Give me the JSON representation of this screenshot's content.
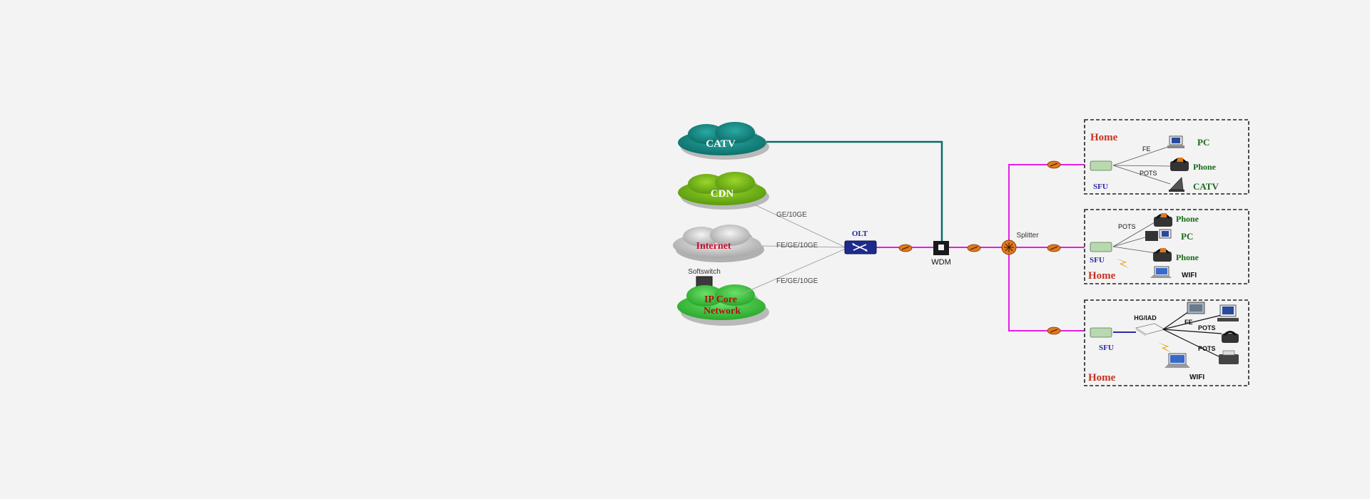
{
  "clouds": {
    "catv": "CATV",
    "cdn": "CDN",
    "internet": "Internet",
    "ip_core": [
      "IP Core",
      "Network"
    ],
    "softswitch": "Softswitch"
  },
  "links": {
    "cdn_olt": "GE/10GE",
    "internet_olt": "FE/GE/10GE",
    "ipcore_olt": "FE/GE/10GE"
  },
  "nodes": {
    "olt": "OLT",
    "wdm": "WDM",
    "splitter": "Splitter"
  },
  "home1": {
    "title": "Home",
    "onu": "SFU",
    "fe": "FE",
    "pots": "POTS",
    "pc": "PC",
    "phone": "Phone",
    "catv": "CATV"
  },
  "home2": {
    "title": "Home",
    "onu": "SFU",
    "pots": "POTS",
    "phone1": "Phone",
    "pc": "PC",
    "phone2": "Phone",
    "wifi": "WIFI"
  },
  "home3": {
    "title": "Home",
    "onu": "SFU",
    "hg": "HG/IAD",
    "fe": "FE",
    "pots1": "POTS",
    "pots2": "POTS",
    "wifi": "WIFI"
  },
  "colors": {
    "fiber": "#e61ee6",
    "catv_link": "#0a6b66",
    "home_title": "#c8321e",
    "device_label": "#1a6b1a",
    "onu_label": "#2a2aa8"
  }
}
